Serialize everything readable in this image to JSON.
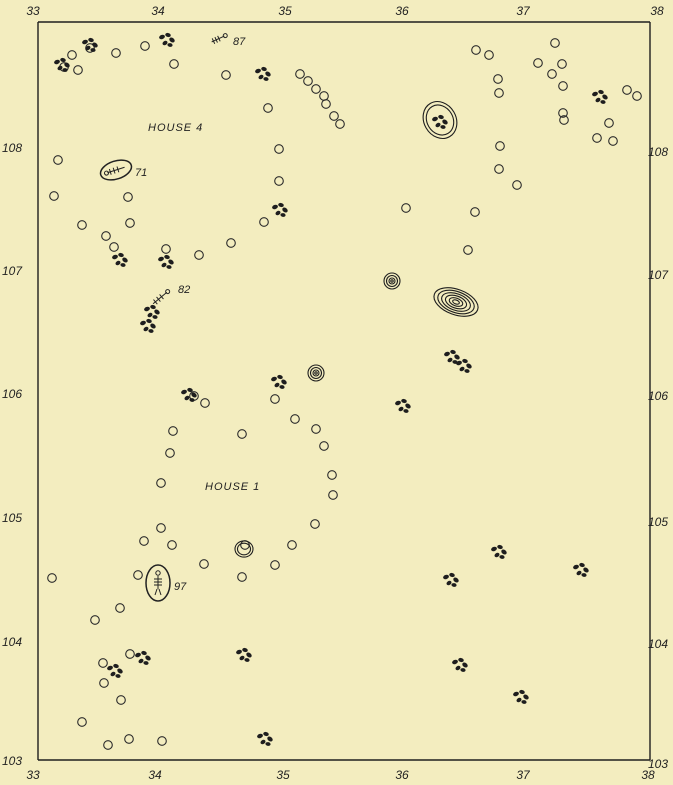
{
  "map": {
    "x_ticks": [
      "33",
      "34",
      "35",
      "36",
      "37",
      "38"
    ],
    "y_ticks": [
      "103",
      "104",
      "105",
      "106",
      "107",
      "108"
    ],
    "house_labels": [
      "HOUSE 4",
      "HOUSE 1"
    ],
    "burials": [
      {
        "label": "87"
      },
      {
        "label": "71"
      },
      {
        "label": "82"
      },
      {
        "label": "97"
      }
    ],
    "features": {
      "postmolds": "open circles",
      "pits": "dark clusters",
      "hearths": "concentric rings"
    },
    "colors": {
      "paper": "#f3edbf",
      "ink": "#1e1e1e"
    }
  }
}
